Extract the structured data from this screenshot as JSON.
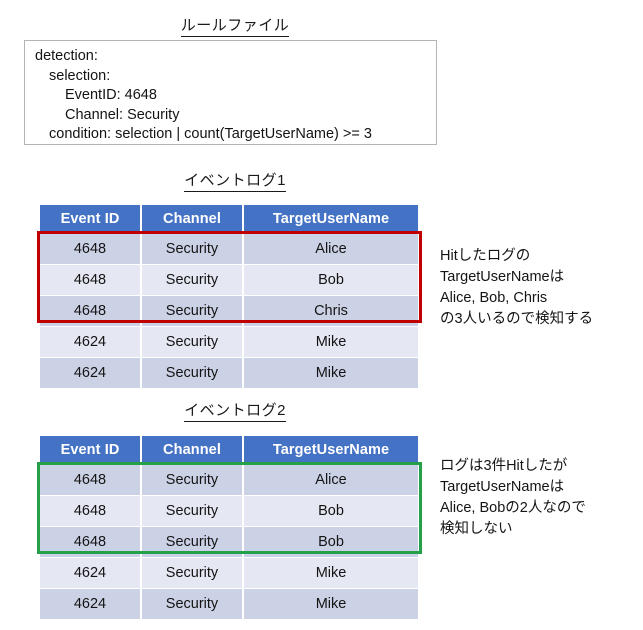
{
  "rule_section": {
    "title": "ルールファイル",
    "lines": [
      {
        "indent": 0,
        "text": "detection:"
      },
      {
        "indent": 1,
        "text": "selection:"
      },
      {
        "indent": 2,
        "text": "EventID: 4648"
      },
      {
        "indent": 2,
        "text": "Channel: Security"
      },
      {
        "indent": 1,
        "text": "condition: selection | count(TargetUserName) >= 3"
      }
    ]
  },
  "log1": {
    "title": "イベントログ1",
    "columns": [
      "Event ID",
      "Channel",
      "TargetUserName"
    ],
    "rows": [
      [
        "4648",
        "Security",
        "Alice"
      ],
      [
        "4648",
        "Security",
        "Bob"
      ],
      [
        "4648",
        "Security",
        "Chris"
      ],
      [
        "4624",
        "Security",
        "Mike"
      ],
      [
        "4624",
        "Security",
        "Mike"
      ]
    ],
    "highlight": {
      "color": "#c00000",
      "first_row": 0,
      "last_row": 2
    },
    "note": [
      "Hitしたログの",
      "TargetUserNameは",
      "Alice, Bob, Chris",
      "の3人いるので検知する"
    ]
  },
  "log2": {
    "title": "イベントログ2",
    "columns": [
      "Event ID",
      "Channel",
      "TargetUserName"
    ],
    "rows": [
      [
        "4648",
        "Security",
        "Alice"
      ],
      [
        "4648",
        "Security",
        "Bob"
      ],
      [
        "4648",
        "Security",
        "Bob"
      ],
      [
        "4624",
        "Security",
        "Mike"
      ],
      [
        "4624",
        "Security",
        "Mike"
      ]
    ],
    "highlight": {
      "color": "#24a148",
      "first_row": 0,
      "last_row": 2
    },
    "note": [
      "ログは3件Hitしたが",
      "TargetUserNameは",
      "Alice, Bobの2人なので",
      "検知しない"
    ]
  },
  "colors": {
    "header_blue": "#4472c4",
    "row_dark": "#ccd2e6",
    "row_light": "#e5e8f3",
    "highlight_red": "#c00000",
    "highlight_green": "#24a148",
    "box_border": "#b3b3b3",
    "text": "#141414"
  }
}
